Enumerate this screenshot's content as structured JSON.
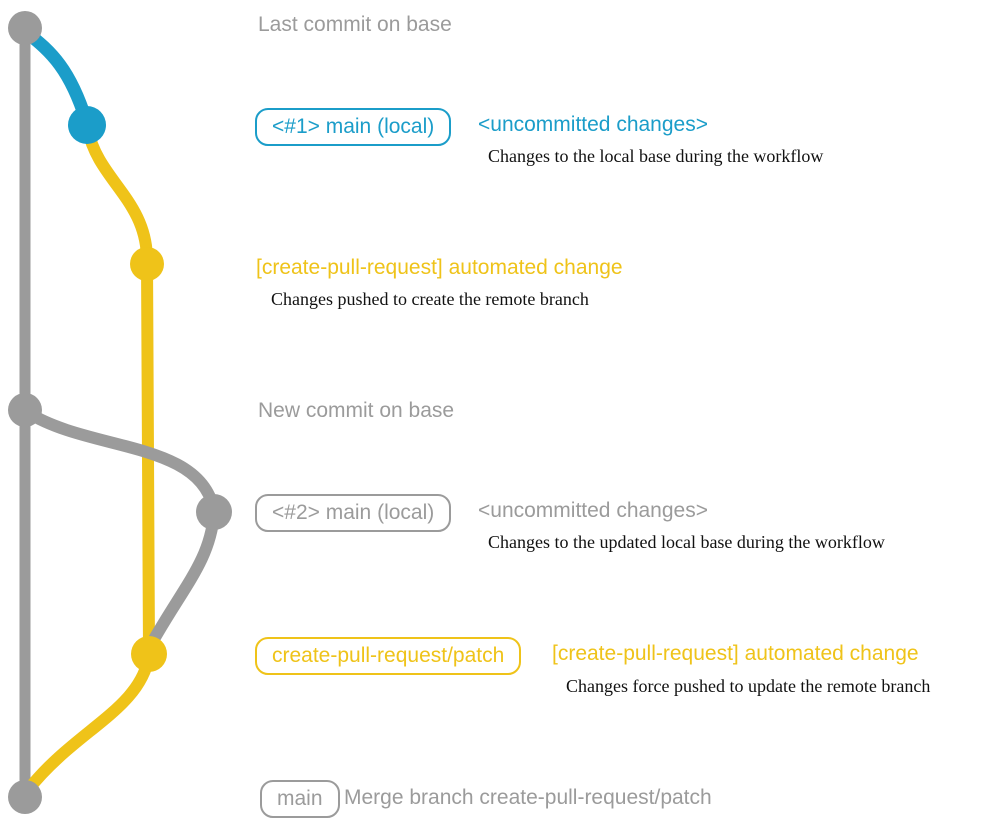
{
  "colors": {
    "gray": "#9b9b9b",
    "blue": "#1b9dc9",
    "yellow": "#efc319",
    "text_dark": "#111111"
  },
  "graph": {
    "nodes": [
      {
        "name": "last-commit-on-base",
        "color": "gray"
      },
      {
        "name": "main-local-1",
        "color": "blue"
      },
      {
        "name": "automated-change-1",
        "color": "yellow"
      },
      {
        "name": "new-commit-on-base",
        "color": "gray"
      },
      {
        "name": "main-local-2",
        "color": "gray"
      },
      {
        "name": "automated-change-2",
        "color": "yellow"
      },
      {
        "name": "merge-commit",
        "color": "gray"
      }
    ]
  },
  "annotations": {
    "row1": {
      "text": "Last commit on base"
    },
    "row2": {
      "branch_label": "<#1> main (local)",
      "title": "<uncommitted changes>",
      "description": "Changes to the local base during the workflow"
    },
    "row3": {
      "title": "[create-pull-request] automated change",
      "description": "Changes pushed to create the remote branch"
    },
    "row4": {
      "text": "New commit on base"
    },
    "row5": {
      "branch_label": "<#2> main (local)",
      "title": "<uncommitted changes>",
      "description": "Changes to the updated local base during the workflow"
    },
    "row6": {
      "branch_label": "create-pull-request/patch",
      "title": "[create-pull-request] automated change",
      "description": "Changes force pushed to update the remote branch"
    },
    "row7": {
      "branch_label": "main",
      "text": "Merge branch create-pull-request/patch"
    }
  }
}
